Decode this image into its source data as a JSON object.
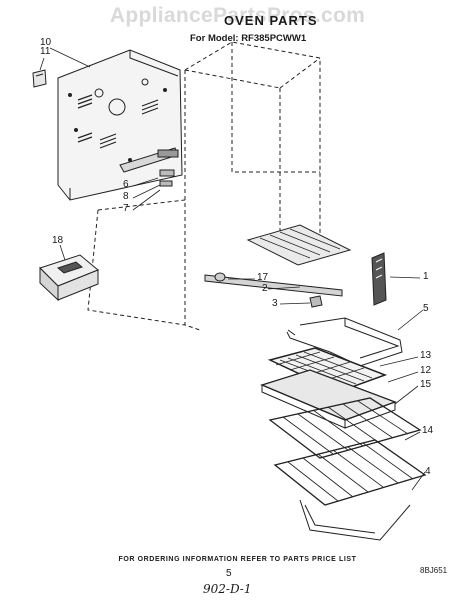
{
  "watermark": "AppliancePartsPros.com",
  "header": {
    "title": "OVEN PARTS",
    "model": "For Model: RF385PCWW1"
  },
  "callouts": {
    "c10": "10",
    "c11": "11",
    "c6": "6",
    "c8": "8",
    "c7": "7",
    "c18": "18",
    "c17": "17",
    "c2": "2",
    "c3": "3",
    "c1": "1",
    "c5": "5",
    "c13": "13",
    "c12": "12",
    "c15": "15",
    "c14": "14",
    "c4": "4"
  },
  "footer": {
    "note": "FOR ORDERING INFORMATION REFER TO PARTS PRICE LIST",
    "page": "5",
    "handwritten": "902-D-1",
    "code": "8BJ651"
  }
}
